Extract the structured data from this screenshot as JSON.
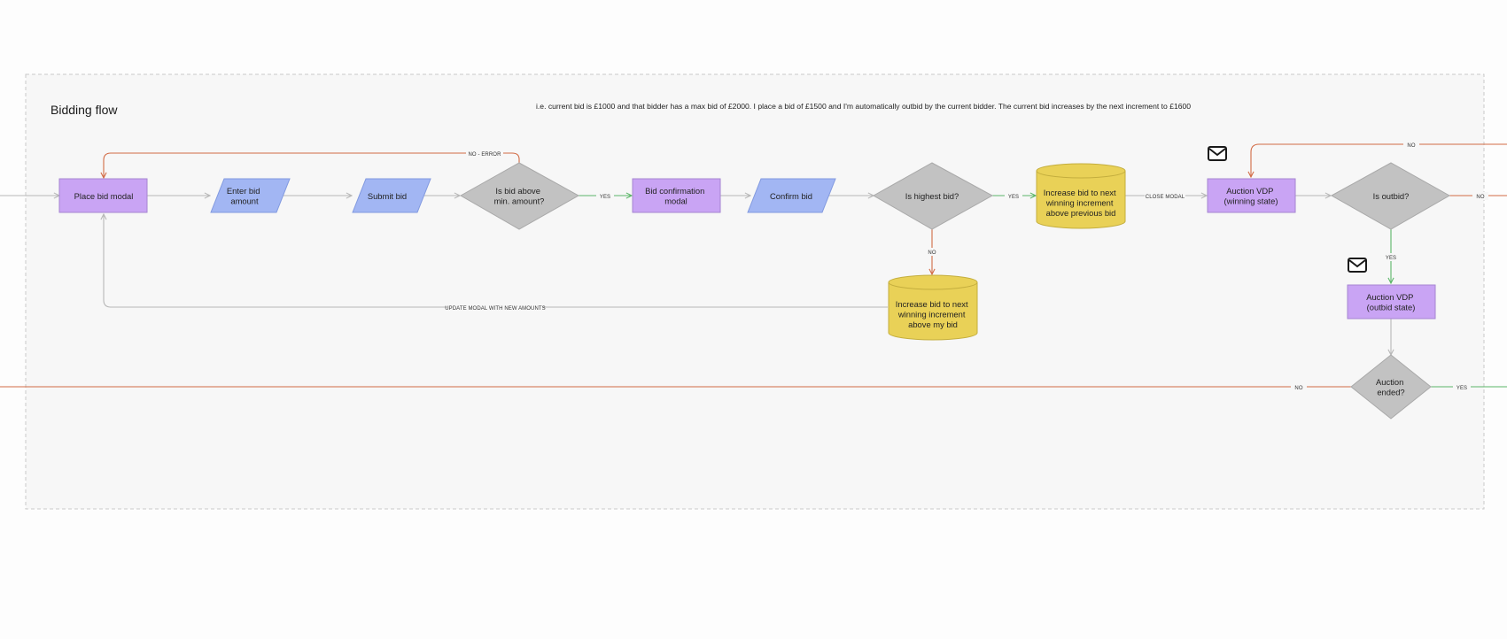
{
  "frame": {
    "title": "Bidding flow",
    "note": "i.e. current bid is £1000 and that bidder has a max bid of £2000. I place a bid of £1500 and I'm automatically outbid by the current bidder. The current bid increases by the next increment to £1600"
  },
  "colors": {
    "purple": "#c9a4f4",
    "blue": "#a2b6f3",
    "diamond": "#c2c2c2",
    "yellow": "#e9d157",
    "orange": "#d26b45",
    "green": "#5bb668",
    "grey_line": "#b7b7b7"
  },
  "nodes": {
    "place_bid_modal": [
      "Place bid modal"
    ],
    "enter_bid_amount": [
      "Enter bid",
      "amount"
    ],
    "submit_bid": [
      "Submit bid"
    ],
    "is_bid_above_min": [
      "Is bid above",
      "min. amount?"
    ],
    "bid_confirmation_modal": [
      "Bid confirmation",
      "modal"
    ],
    "confirm_bid": [
      "Confirm bid"
    ],
    "is_highest_bid": [
      "Is highest bid?"
    ],
    "increase_above_previous": [
      "Increase bid to next",
      "winning increment",
      "above previous bid"
    ],
    "increase_above_my_bid": [
      "Increase bid to next",
      "winning increment",
      "above my bid"
    ],
    "auction_vdp_winning": [
      "Auction VDP",
      "(winning state)"
    ],
    "is_outbid": [
      "Is outbid?"
    ],
    "auction_vdp_outbid": [
      "Auction VDP",
      "(outbid state)"
    ],
    "auction_ended": [
      "Auction",
      "ended?"
    ]
  },
  "edge_labels": {
    "no_error": "NO - ERROR",
    "yes_min": "YES",
    "yes_highest": "YES",
    "close_modal": "CLOSE MODAL",
    "no_outbid_top": "NO",
    "no_outbid_right": "NO",
    "no_highest": "NO",
    "yes_outbid": "YES",
    "update_modal": "UPDATE MODAL WITH NEW AMOUNTS",
    "no_ended": "NO",
    "yes_ended": "YES"
  }
}
